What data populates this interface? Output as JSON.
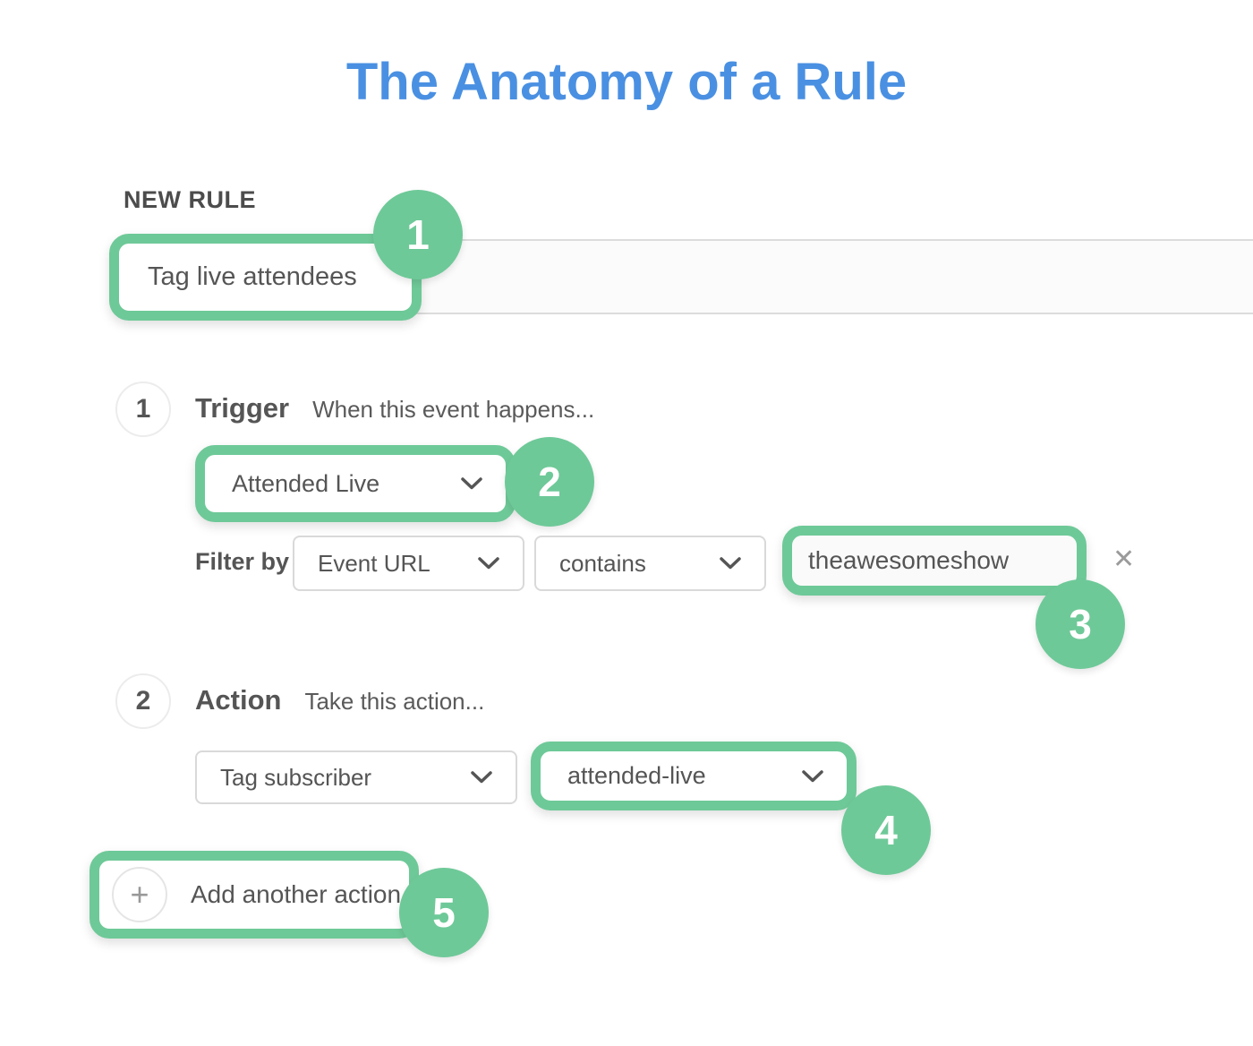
{
  "title": "The Anatomy of a Rule",
  "colors": {
    "accent_blue": "#4a90e2",
    "annotation_green": "#6ec998",
    "text_dark": "#555555",
    "border_gray": "#d9d9d9"
  },
  "form": {
    "section_label": "NEW RULE",
    "rule_name": "Tag live attendees"
  },
  "trigger": {
    "step": "1",
    "title": "Trigger",
    "subtitle": "When this event happens...",
    "event": "Attended Live",
    "filter_label": "Filter by",
    "filter_field": "Event URL",
    "filter_operator": "contains",
    "filter_value": "theawesomeshow",
    "close_icon": "✕"
  },
  "action": {
    "step": "2",
    "title": "Action",
    "subtitle": "Take this action...",
    "type": "Tag subscriber",
    "tag": "attended-live",
    "plus_icon": "+",
    "add_label": "Add another action"
  },
  "badges": [
    "1",
    "2",
    "3",
    "4",
    "5"
  ]
}
